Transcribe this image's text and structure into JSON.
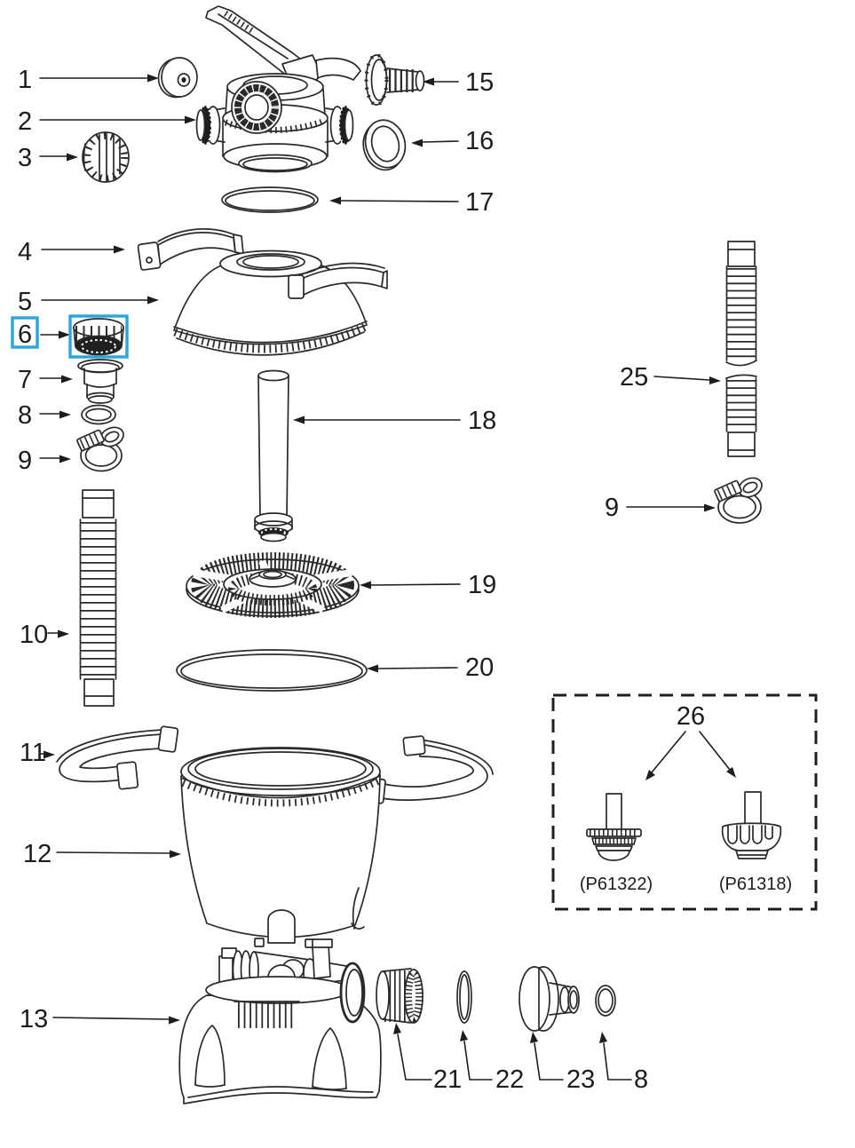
{
  "diagram": {
    "callouts": [
      {
        "label": "1"
      },
      {
        "label": "2"
      },
      {
        "label": "3"
      },
      {
        "label": "4"
      },
      {
        "label": "5"
      },
      {
        "label": "6"
      },
      {
        "label": "7"
      },
      {
        "label": "8"
      },
      {
        "label": "9"
      },
      {
        "label": "10"
      },
      {
        "label": "11"
      },
      {
        "label": "12"
      },
      {
        "label": "13"
      },
      {
        "label": "15"
      },
      {
        "label": "16"
      },
      {
        "label": "17"
      },
      {
        "label": "18"
      },
      {
        "label": "19"
      },
      {
        "label": "20"
      },
      {
        "label": "25"
      },
      {
        "label": "9"
      },
      {
        "label": "21"
      },
      {
        "label": "22"
      },
      {
        "label": "23"
      },
      {
        "label": "8"
      }
    ],
    "inset": {
      "label": "26",
      "variants": [
        {
          "code": "(P61322)"
        },
        {
          "code": "(P61318)"
        }
      ]
    },
    "highlighted_part": "6"
  },
  "colors": {
    "highlight": "#2AA4DC",
    "line": "#2B2A29",
    "label": "#1D1D1B",
    "background": "#FFFFFF"
  }
}
